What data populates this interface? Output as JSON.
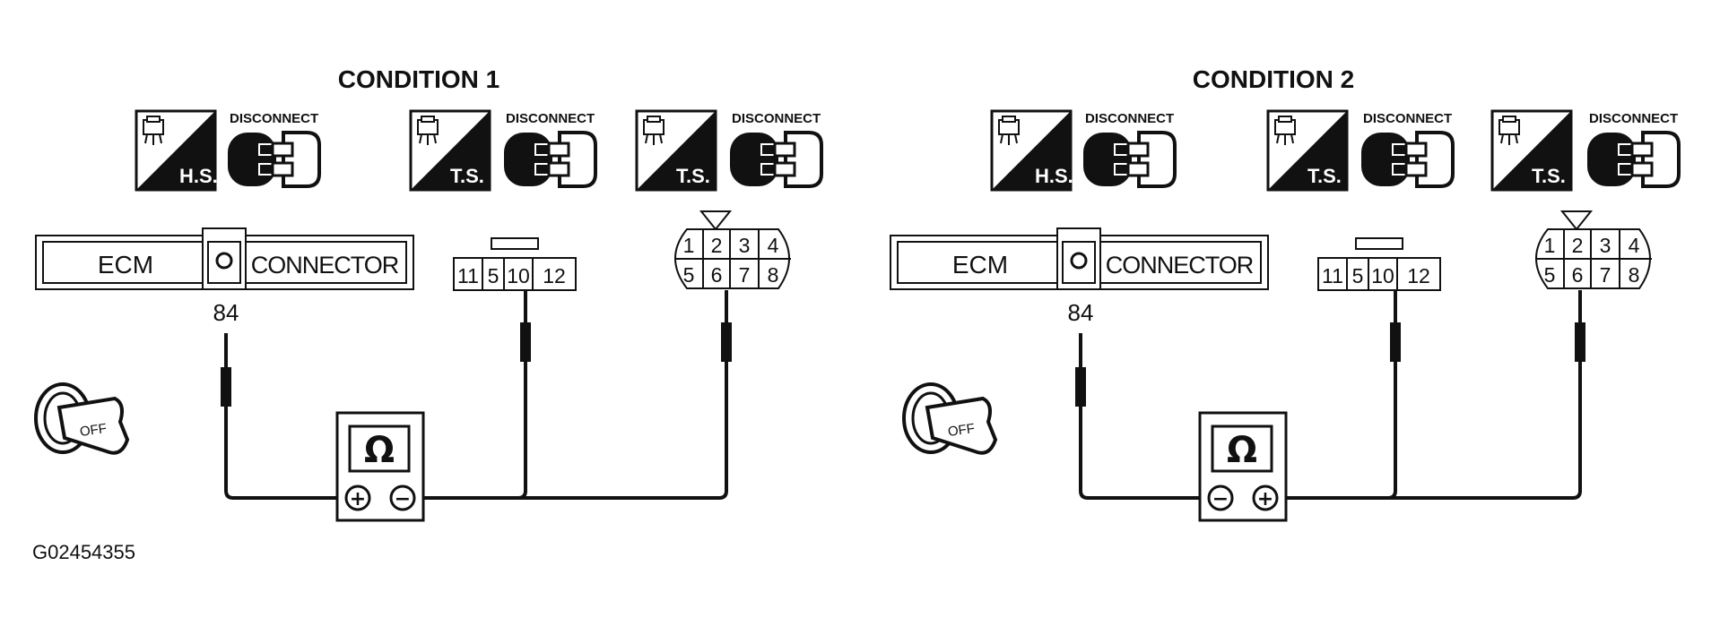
{
  "conditions": [
    {
      "title": "CONDITION 1",
      "icons": [
        {
          "badge": "H.S.",
          "action": "DISCONNECT"
        },
        {
          "badge": "T.S.",
          "action": "DISCONNECT"
        },
        {
          "badge": "T.S.",
          "action": "DISCONNECT"
        }
      ],
      "ecm": {
        "left_label": "ECM",
        "right_label": "CONNECTOR",
        "pin": "84"
      },
      "connector_a_pins": [
        "11",
        "5",
        "10",
        "12"
      ],
      "connector_b_pins_top": [
        "1",
        "2",
        "3",
        "4"
      ],
      "connector_b_pins_bottom": [
        "5",
        "6",
        "7",
        "8"
      ],
      "ignition": "OFF",
      "meter": {
        "symbol": "Ω",
        "left_probe": "+",
        "right_probe": "−"
      }
    },
    {
      "title": "CONDITION 2",
      "icons": [
        {
          "badge": "H.S.",
          "action": "DISCONNECT"
        },
        {
          "badge": "T.S.",
          "action": "DISCONNECT"
        },
        {
          "badge": "T.S.",
          "action": "DISCONNECT"
        }
      ],
      "ecm": {
        "left_label": "ECM",
        "right_label": "CONNECTOR",
        "pin": "84"
      },
      "connector_a_pins": [
        "11",
        "5",
        "10",
        "12"
      ],
      "connector_b_pins_top": [
        "1",
        "2",
        "3",
        "4"
      ],
      "connector_b_pins_bottom": [
        "5",
        "6",
        "7",
        "8"
      ],
      "ignition": "OFF",
      "meter": {
        "symbol": "Ω",
        "left_probe": "−",
        "right_probe": "+"
      }
    }
  ],
  "figure_code": "G02454355"
}
